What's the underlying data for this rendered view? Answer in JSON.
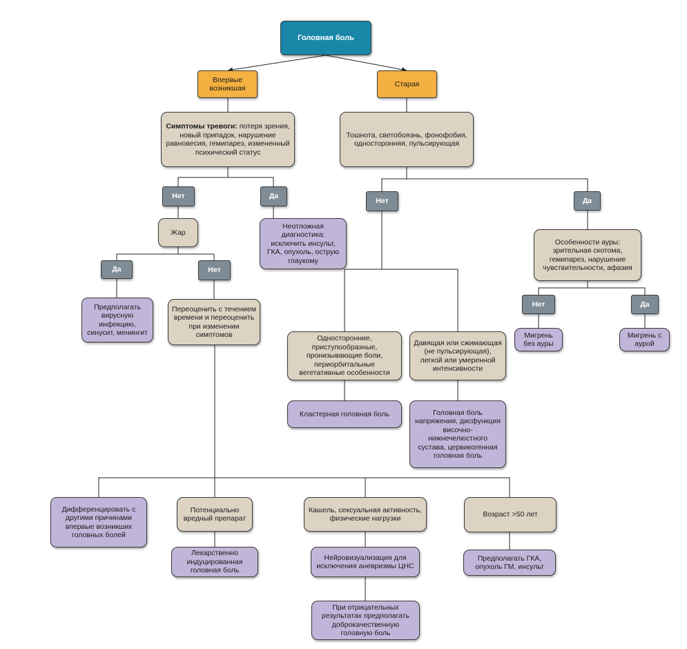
{
  "nodes": {
    "headache": "Головная боль",
    "new_onset": "Впервые возникшая",
    "old": "Старая",
    "alarm_title": "Симптомы тревоги:",
    "alarm_text": " потеря зрения, новый припадок, нарушение равновесия, гемипарез, измененный психический статус",
    "nausea": "Тошнота, светобоязнь, фонофобия, односторонняя, пульсирующая",
    "no_1": "Нет",
    "yes_1": "Да",
    "no_2": "Нет",
    "yes_2": "Да",
    "fever": "Жар",
    "emergency": "Неотложная диагностика: исключить инсульт, ГКА, опухоль, острую глаукому",
    "aura_features": "Особенности ауры: зрительная скотома, гемипарез, нарушение чувствительности, афазия",
    "yes_3": "Да",
    "no_3": "Нет",
    "viral": "Предполагать вирусную инфекцию, синусит, менингит",
    "reassess": "Переоценить с течением времени и переоценить при изменении симптомов",
    "unilateral": "Односторонние, приступообразные, пронизывающие боли, периорбитальные вегетативные особенности",
    "pressing": "Давящая или сжимающая (не пульсирующая), легкой или умеренной интенсивности",
    "no_4": "Нет",
    "yes_4": "Да",
    "migraine_no_aura": "Мигрень без ауры",
    "migraine_aura": "Мигрень с аурой",
    "cluster": "Кластерная головная боль",
    "tension": "Головная боль напряжения, дисфункция височно-нижнечелюстного сустава, цервикогенная головная боль",
    "differentiate": "Дифференцировать с другими причинами впервые возникших головных болей",
    "harmful_drug": "Потенциально вредный препарат",
    "cough": "Кашель, сексуальная активность, физические нагрузки",
    "age": "Возраст >50 лет",
    "drug_induced": "Лекарственно индуцированная головная боль",
    "neuroimaging": "Нейровизуализация для исключения аневризмы ЦНС",
    "gca": "Предполагать ГКА, опухоль ГМ, инсульт",
    "benign": "При отрицательных результатах предполагать доброкачественную головную боль"
  },
  "colors": {
    "root": "#1a87a8",
    "branch": "#f4b040",
    "condition": "#dcd3c3",
    "outcome": "#c1b6da",
    "answer": "#7f8c96",
    "connector": "#222222"
  }
}
